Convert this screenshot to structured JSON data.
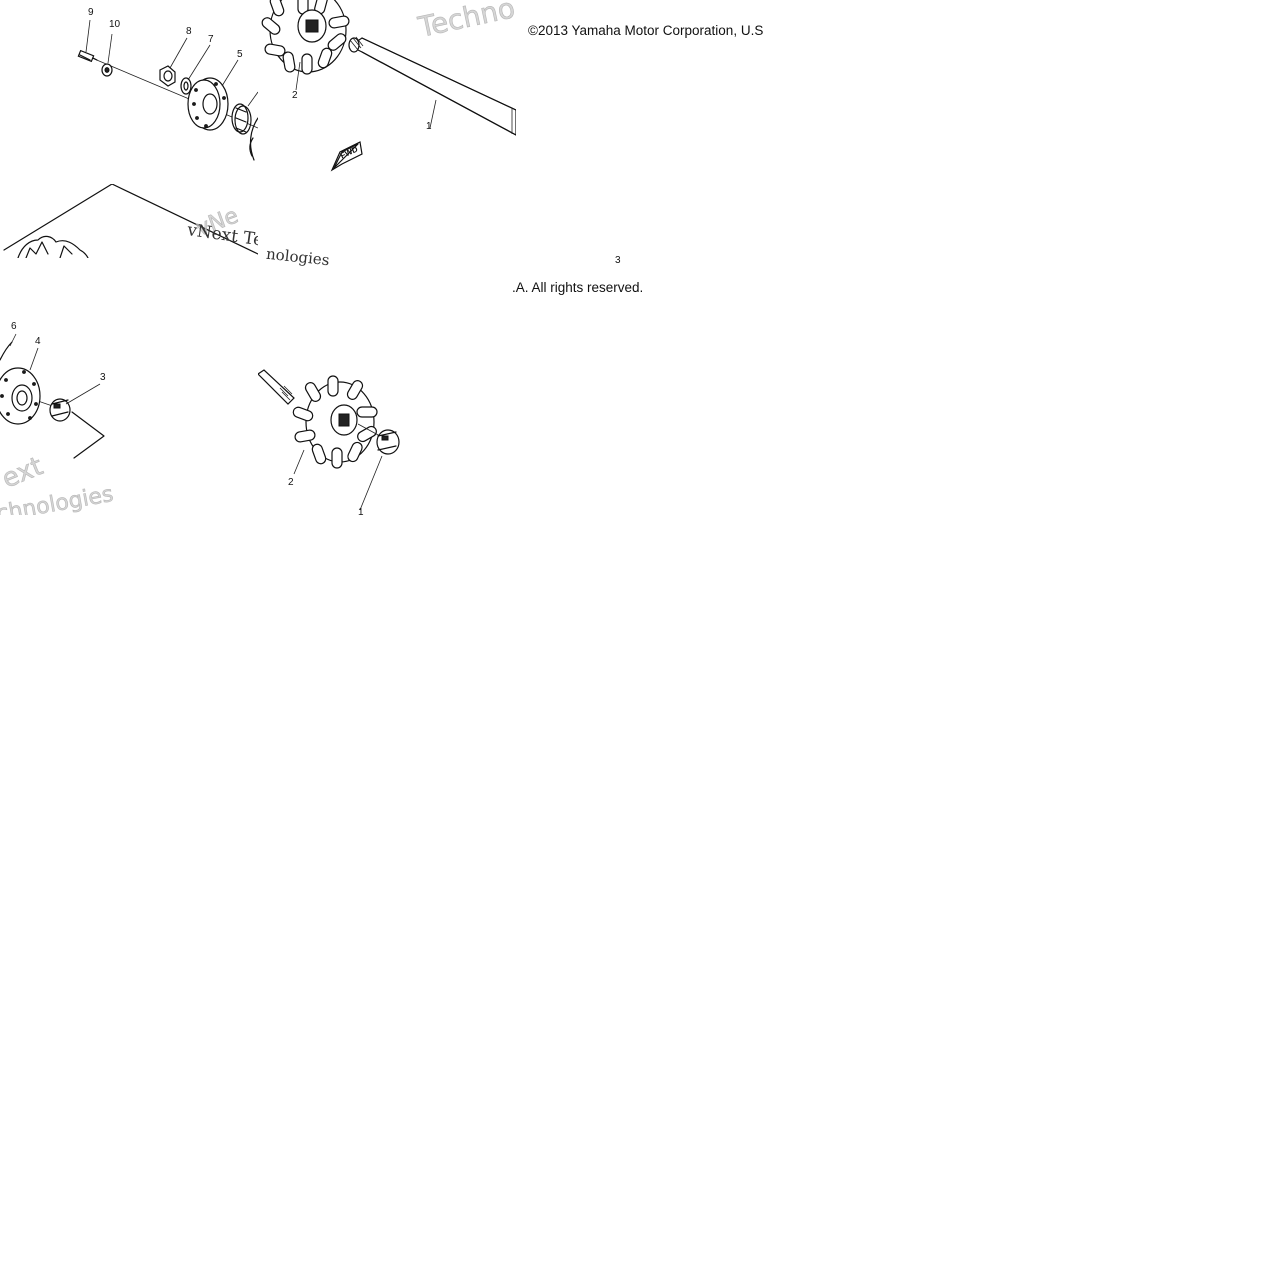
{
  "copyright_line_1": "©2013 Yamaha Motor Corporation, U.S",
  "copyright_line_2": ".A. All rights reserved.",
  "watermark": {
    "a": "Techno",
    "b": "vNe",
    "c": "vNext Tec",
    "d": "nologies",
    "e": "ext",
    "f": "chnologies"
  },
  "fwd_label": "FWD",
  "callouts": {
    "c9": "9",
    "c10": "10",
    "c8": "8",
    "c7": "7",
    "c5": "5",
    "c2a": "2",
    "c1a": "1",
    "c3a": "3",
    "c6": "6",
    "c4": "4",
    "c3b": "3",
    "c2b": "2",
    "c1b": "1"
  }
}
